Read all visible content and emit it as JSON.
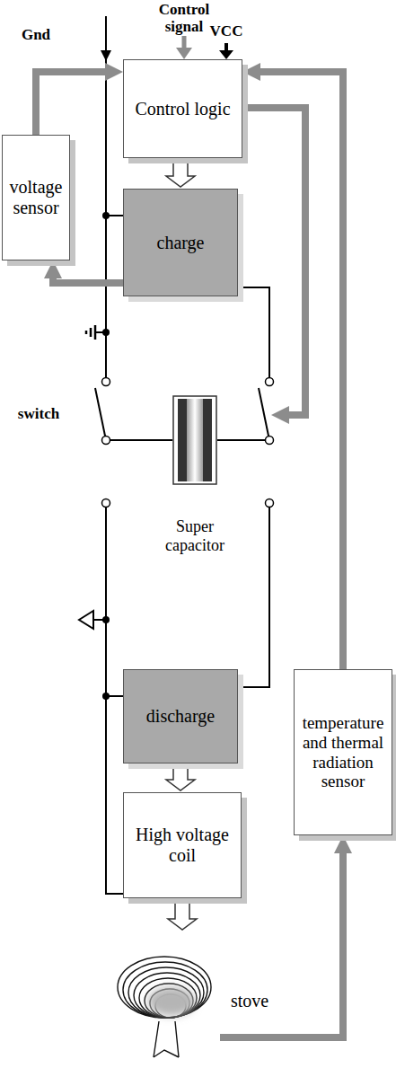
{
  "diagram": {
    "nodes": [
      {
        "text": [
          "Control logic"
        ]
      },
      {
        "text": [
          "voltage sensor"
        ]
      },
      {
        "text": [
          "charge"
        ]
      },
      {
        "text": [
          "Super capacitor"
        ]
      },
      {
        "text": [
          "discharge"
        ]
      },
      {
        "text": [
          "High voltage coil"
        ]
      },
      {
        "text": [
          "temperature and thermal radiation sensor"
        ]
      },
      {
        "text": [
          "stove"
        ]
      }
    ],
    "edges": [
      {
        "from": 0,
        "to": 2,
        "arrow": "to"
      },
      {
        "from": 2,
        "to": 1,
        "arrow": "to"
      },
      {
        "from": 1,
        "to": 0,
        "arrow": "to"
      },
      {
        "from": 4,
        "to": 5,
        "arrow": "to"
      },
      {
        "from": 5,
        "to": 7,
        "arrow": "to"
      },
      {
        "from": 7,
        "to": 6,
        "arrow": "to"
      },
      {
        "from": 6,
        "to": 0,
        "arrow": "to"
      }
    ],
    "labels": [
      "Control signal",
      "Gnd",
      "VCC",
      "switch"
    ]
  }
}
